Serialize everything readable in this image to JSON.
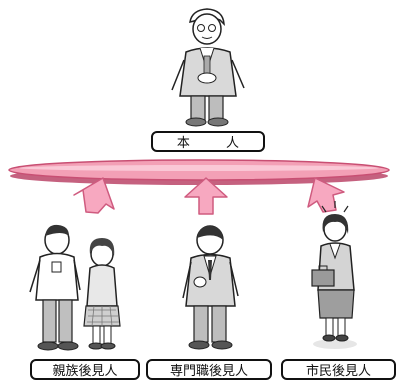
{
  "person": {
    "label": "本 人",
    "figure_icon": "elderly-man-icon"
  },
  "support_ring": {
    "color": "#f3a0b6",
    "edge_color": "#c84f73"
  },
  "arrows": {
    "color": "#f7a8c0",
    "edge_color": "#cf5b7f",
    "icon": "arrow-up-icon"
  },
  "guardians": [
    {
      "label": "親族後見人",
      "figure_icon": "family-couple-icon"
    },
    {
      "label": "専門職後見人",
      "figure_icon": "professional-man-icon"
    },
    {
      "label": "市民後見人",
      "figure_icon": "citizen-woman-icon"
    }
  ]
}
